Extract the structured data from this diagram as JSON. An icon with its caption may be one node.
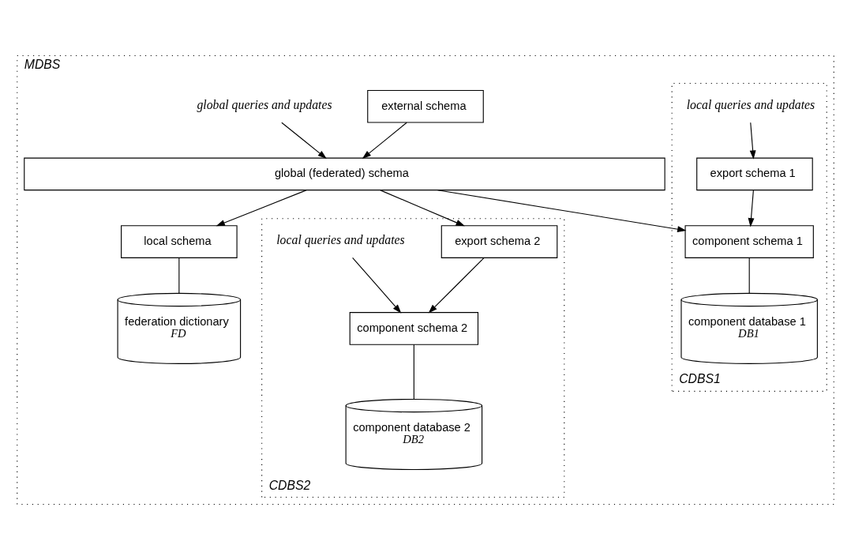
{
  "diagram": {
    "nodes": [
      {
        "text": [
          "MDBS"
        ]
      },
      {
        "text": [
          "external schema"
        ],
        "in": 0
      },
      {
        "text": [
          "global queries and updates"
        ],
        "in": 0
      },
      {
        "text": [
          "global (federated) schema"
        ],
        "in": 0
      },
      {
        "text": [
          "local schema"
        ],
        "in": 0
      },
      {
        "text": [
          "federation dictionary",
          "FD"
        ],
        "in": 0
      },
      {
        "text": [
          "CDBS1"
        ],
        "in": 0
      },
      {
        "text": [
          "local queries and updates"
        ],
        "in": 6
      },
      {
        "text": [
          "export schema 1"
        ],
        "in": 6
      },
      {
        "text": [
          "component schema 1"
        ],
        "in": 6
      },
      {
        "text": [
          "component database 1",
          "DB1"
        ],
        "in": 6
      },
      {
        "text": [
          "CDBS2"
        ],
        "in": 0
      },
      {
        "text": [
          "export schema 2"
        ],
        "in": 11
      },
      {
        "text": [
          "local queries and updates"
        ],
        "in": 11
      },
      {
        "text": [
          "component schema 2"
        ],
        "in": 11
      },
      {
        "text": [
          "component database 2",
          "DB2"
        ],
        "in": 11
      }
    ],
    "edges": [
      {
        "from": 1,
        "to": 3,
        "arrow": "to"
      },
      {
        "from": 2,
        "to": 3,
        "arrow": "to"
      },
      {
        "from": 3,
        "to": 4,
        "arrow": "to"
      },
      {
        "from": 3,
        "to": 9,
        "arrow": "to"
      },
      {
        "from": 3,
        "to": 12,
        "arrow": "to"
      },
      {
        "from": 7,
        "to": 8,
        "arrow": "to"
      },
      {
        "from": 8,
        "to": 9,
        "arrow": "to"
      },
      {
        "from": 12,
        "to": 14,
        "arrow": "to"
      },
      {
        "from": 13,
        "to": 14,
        "arrow": "to"
      },
      {
        "from": 4,
        "to": 5,
        "arrow": "none"
      },
      {
        "from": 9,
        "to": 10,
        "arrow": "none"
      },
      {
        "from": 14,
        "to": 15,
        "arrow": "none"
      }
    ]
  }
}
